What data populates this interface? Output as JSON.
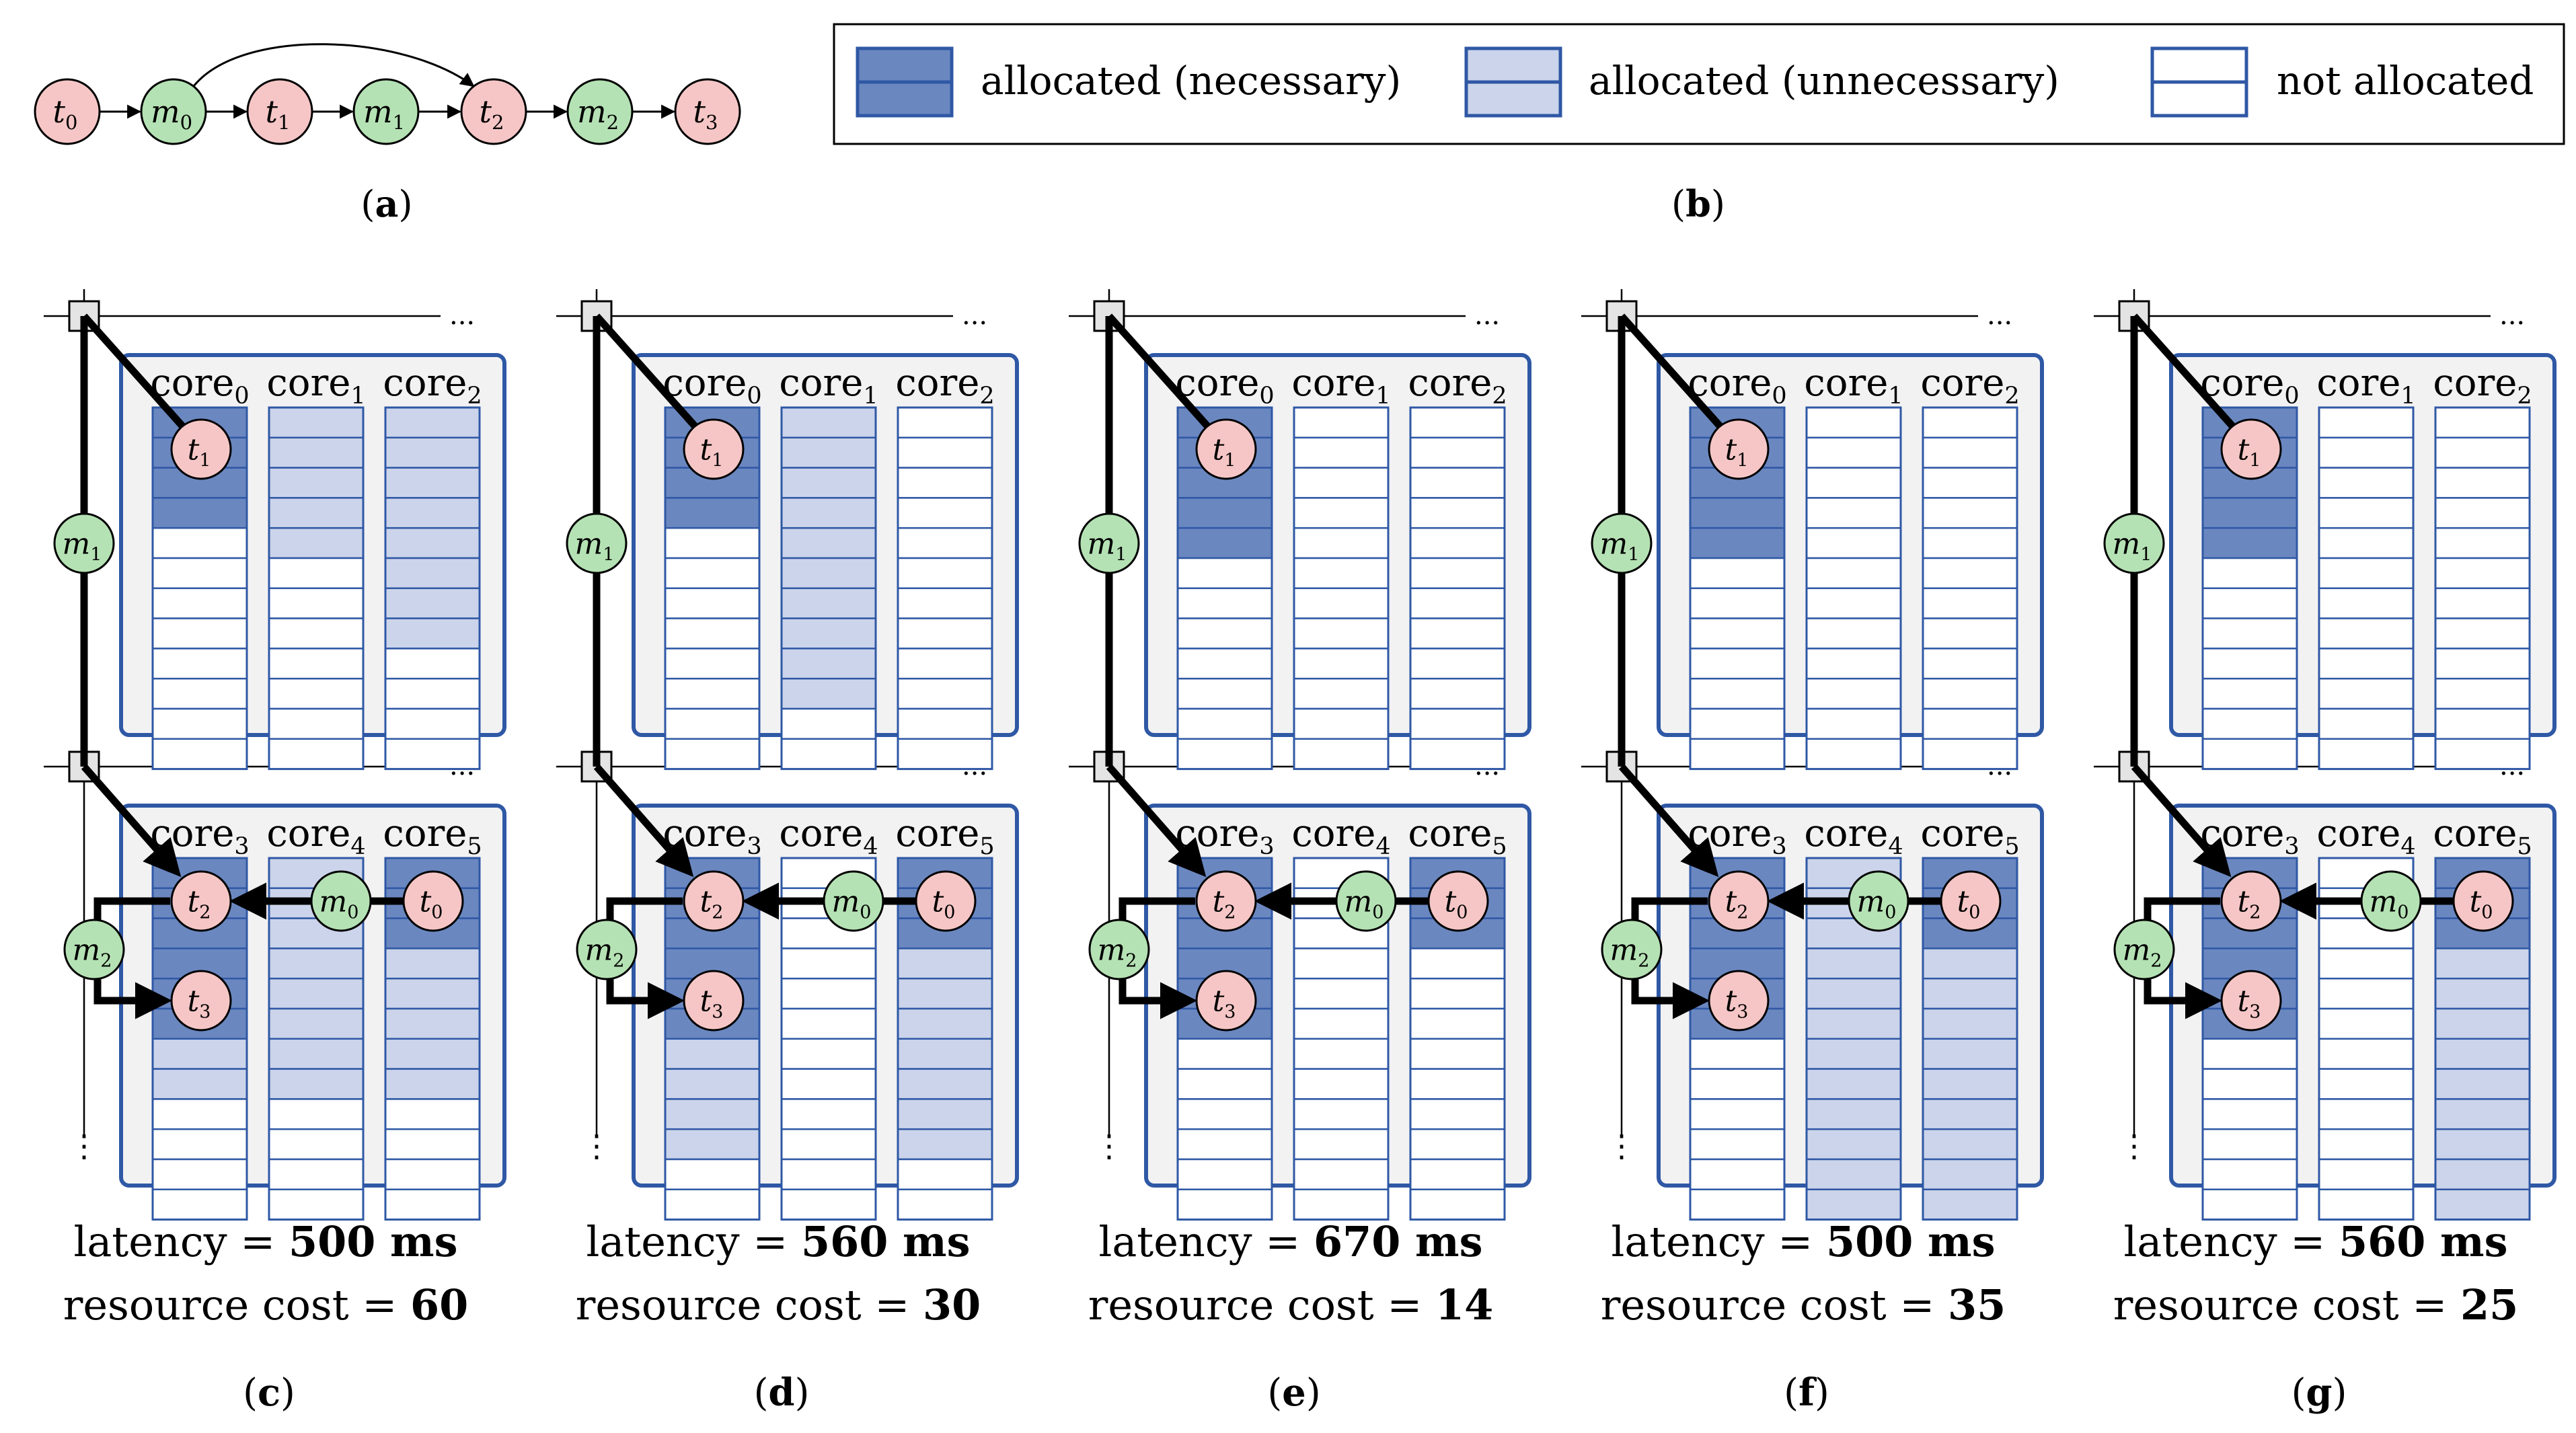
{
  "colors": {
    "task_fill": "#f6c6c6",
    "message_fill": "#b5e2b4",
    "allocated_necessary": "#6b87c0",
    "allocated_unnecessary": "#cbd4ea",
    "not_allocated": "#ffffff",
    "slot_border": "#2f58a5",
    "tile_background": "#f2f2f2",
    "tile_border": "#2f58a5"
  },
  "graph_a": {
    "caption": "a",
    "nodes": [
      {
        "kind": "task",
        "base": "t",
        "sub": "0"
      },
      {
        "kind": "message",
        "base": "m",
        "sub": "0"
      },
      {
        "kind": "task",
        "base": "t",
        "sub": "1"
      },
      {
        "kind": "message",
        "base": "m",
        "sub": "1"
      },
      {
        "kind": "task",
        "base": "t",
        "sub": "2"
      },
      {
        "kind": "message",
        "base": "m",
        "sub": "2"
      },
      {
        "kind": "task",
        "base": "t",
        "sub": "3"
      }
    ]
  },
  "legend_b": {
    "caption": "b",
    "items": [
      {
        "label": "allocated (necessary)",
        "state": "necessary"
      },
      {
        "label": "allocated (unnecessary)",
        "state": "unnecessary"
      },
      {
        "label": "not allocated",
        "state": "free"
      }
    ]
  },
  "core_label": "core",
  "ellipsis": "...",
  "vertical_ellipsis": "⋮",
  "latency_label": "latency = ",
  "cost_label": "resource cost = ",
  "panels": [
    {
      "caption": "c",
      "latency": "500 ms",
      "cost": "60",
      "slots": [
        4,
        5,
        8,
        8,
        8,
        8
      ],
      "cores_total": 12,
      "t0_sparse": false
    },
    {
      "caption": "d",
      "latency": "560 ms",
      "cost": "30",
      "slots": [
        4,
        10,
        0,
        10,
        0,
        10
      ],
      "cores_total": 12
    },
    {
      "caption": "e",
      "latency": "670 ms",
      "cost": "14",
      "slots": [
        5,
        0,
        0,
        6,
        0,
        3
      ],
      "cores_total": 12
    },
    {
      "caption": "f",
      "latency": "500 ms",
      "cost": "35",
      "slots": [
        5,
        0,
        0,
        6,
        12,
        12
      ],
      "cores_total": 12
    },
    {
      "caption": "g",
      "latency": "560 ms",
      "cost": "25",
      "slots": [
        5,
        0,
        0,
        6,
        0,
        12
      ],
      "cores_total": 12
    }
  ]
}
